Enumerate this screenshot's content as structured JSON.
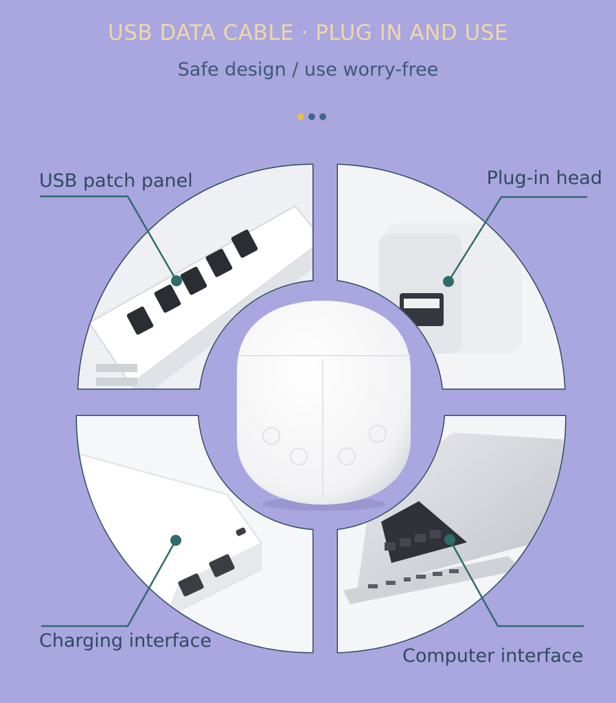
{
  "header": {
    "title": "USB DATA CABLE · PLUG IN AND USE",
    "subtitle": "Safe design / use worry-free"
  },
  "pager": {
    "dots": [
      "#e8c14a",
      "#3d6a8a",
      "#3d6a8a"
    ]
  },
  "callouts": {
    "top_left": "USB patch panel",
    "top_right": "Plug-in head",
    "bottom_left": "Charging interface",
    "bottom_right": "Computer interface"
  },
  "colors": {
    "background": "#a9a6e0",
    "title": "#f0d7a8",
    "subtitle": "#3c5873",
    "accent": "#2e6b6b"
  }
}
